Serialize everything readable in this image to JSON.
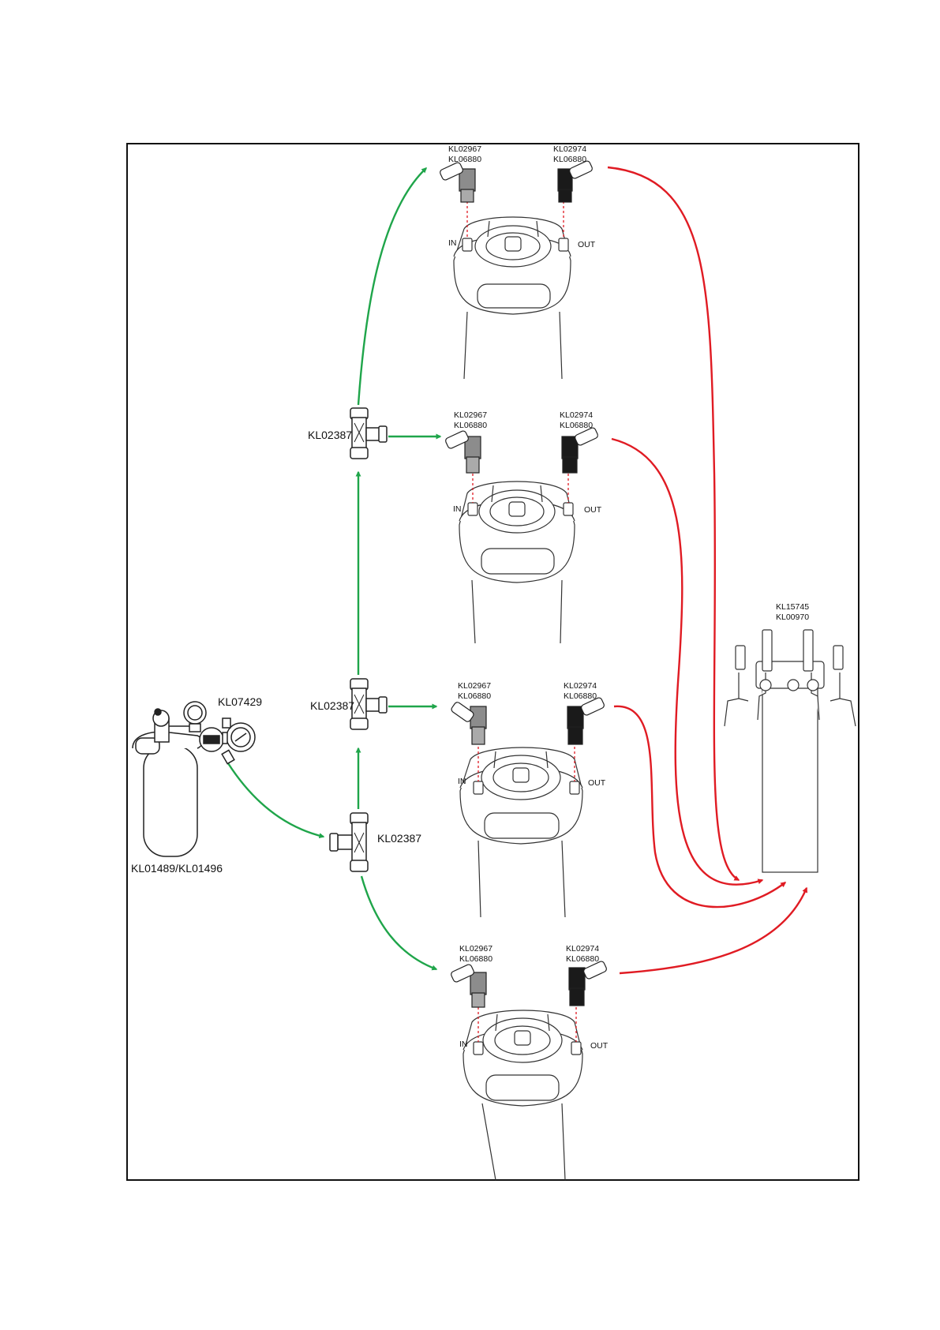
{
  "colors": {
    "gas_line": "#1fa54a",
    "beer_line": "#e01b23",
    "outline": "#222222",
    "gas_disconnect": "#8c8c8c",
    "liquid_disconnect": "#1a1a1a"
  },
  "gas_supply": {
    "cylinder_label": "KL01489/KL01496",
    "regulator_label": "KL07429"
  },
  "splitters": {
    "lower": "KL02387",
    "middle": "KL02387",
    "upper": "KL02387"
  },
  "kegs": [
    {
      "gas_part": "KL02967",
      "gas_part_2": "KL06880",
      "liquid_part": "KL02974",
      "liquid_part_2": "KL06880",
      "in_label": "IN",
      "out_label": "OUT"
    },
    {
      "gas_part": "KL02967",
      "gas_part_2": "KL06880",
      "liquid_part": "KL02974",
      "liquid_part_2": "KL06880",
      "in_label": "IN",
      "out_label": "OUT"
    },
    {
      "gas_part": "KL02967",
      "gas_part_2": "KL06880",
      "liquid_part": "KL02974",
      "liquid_part_2": "KL06880",
      "in_label": "IN",
      "out_label": "OUT"
    },
    {
      "gas_part": "KL02967",
      "gas_part_2": "KL06880",
      "liquid_part": "KL02974",
      "liquid_part_2": "KL06880",
      "in_label": "IN",
      "out_label": "OUT"
    }
  ],
  "tower": {
    "label_1": "KL15745",
    "label_2": "KL00970"
  }
}
